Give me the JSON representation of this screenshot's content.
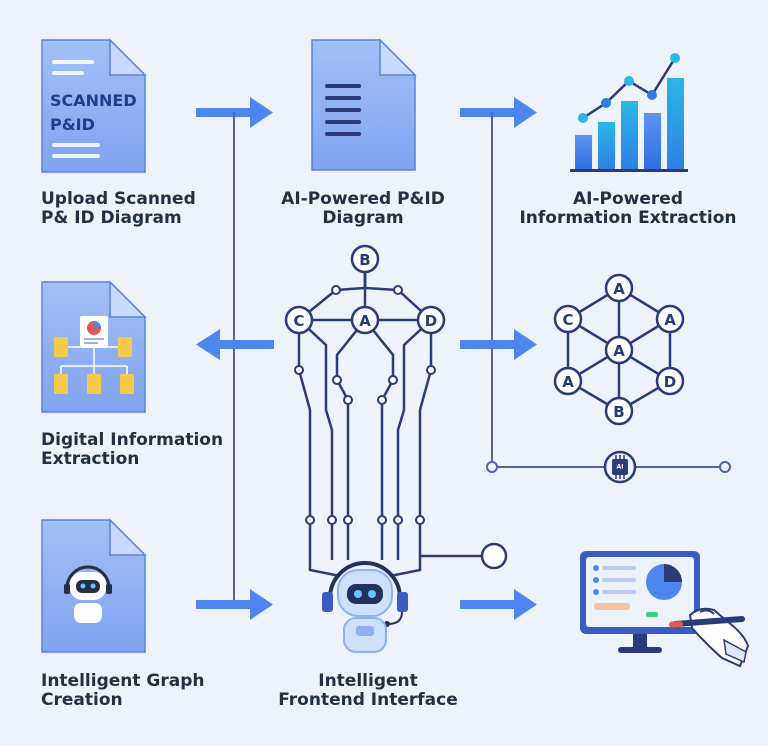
{
  "colors": {
    "background": "#eef3fb",
    "accent_blue": "#4d86ee",
    "line_navy": "#2b3a78",
    "document_fill": "#8fb0f4",
    "bar_blue": "#3d86ef",
    "bar_cyan": "#2bb7e3"
  },
  "documents": {
    "scanned_label_line1": "SCANNED",
    "scanned_label_line2": "P&ID"
  },
  "captions": {
    "upload": [
      "Upload Scanned",
      "P& ID Diagram"
    ],
    "pid": [
      "AI-Powered P&ID",
      "Diagram"
    ],
    "extraction": [
      "AI-Powered",
      "Information Extraction"
    ],
    "digital": [
      "Digital Information",
      "Extraction"
    ],
    "graph": [
      "Intelligent Graph",
      "Creation"
    ],
    "frontend": [
      "Intelligent",
      "Frontend Interface"
    ]
  },
  "tree_nodes": {
    "top": "B",
    "left": "C",
    "middle": "A",
    "right": "D"
  },
  "hex_graph": {
    "top": "A",
    "upper_left": "C",
    "upper_right": "A",
    "center": "A",
    "lower_left": "A",
    "lower_right": "D",
    "bottom": "B"
  },
  "chip_label": "AI",
  "icons": [
    "document-icon",
    "bar-chart-icon",
    "flowchart-icon",
    "robot-icon",
    "monitor-icon",
    "pen-hand-icon",
    "ai-chip-icon"
  ]
}
